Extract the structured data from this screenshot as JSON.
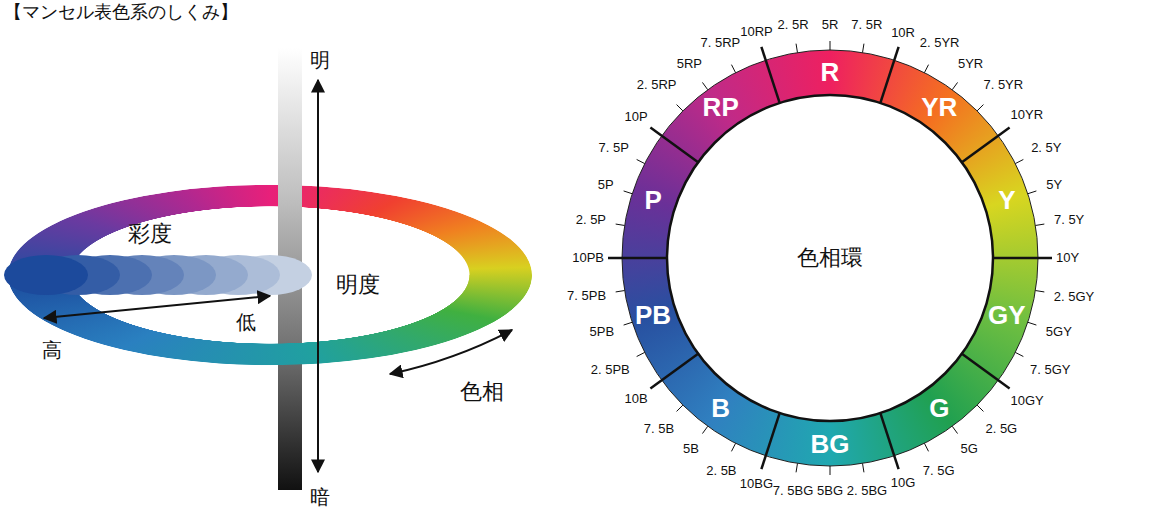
{
  "diagram": {
    "title": "【マンセル表色系のしくみ】",
    "labels": [
      "明",
      "彩度",
      "明度",
      "低",
      "高",
      "暗",
      "色相",
      "R",
      "YR",
      "Y",
      "GY",
      "G",
      "BG",
      "B",
      "PB",
      "P",
      "RP",
      "2. 5R",
      "5R",
      "7. 5R",
      "10R",
      "2. 5YR",
      "5YR",
      "7. 5YR",
      "10YR",
      "2. 5Y",
      "5Y",
      "7. 5Y",
      "10Y",
      "2. 5GY",
      "5GY",
      "7. 5GY",
      "10GY",
      "2. 5G",
      "5G",
      "7. 5G",
      "10G",
      "2. 5BG",
      "5BG",
      "7. 5BG",
      "10BG",
      "2. 5B",
      "5B",
      "7. 5B",
      "10B",
      "2. 5PB",
      "5PB",
      "7. 5PB",
      "10PB",
      "2. 5P",
      "5P",
      "7. 5P",
      "10P",
      "2. 5RP",
      "5RP",
      "7. 5RP",
      "10RP",
      "色相環"
    ]
  }
}
